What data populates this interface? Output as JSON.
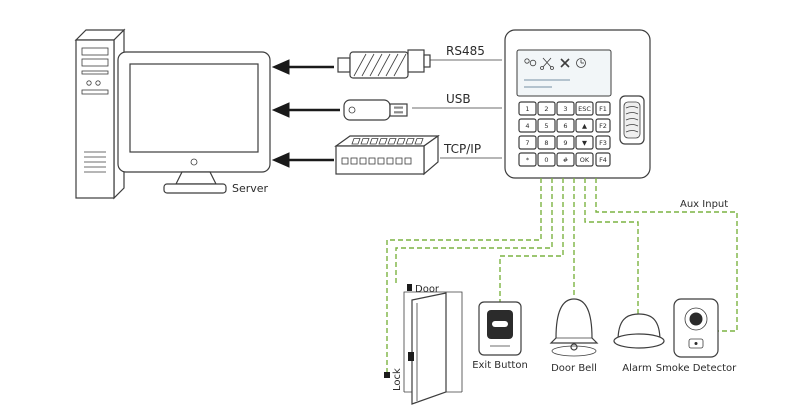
{
  "labels": {
    "server": "Server",
    "rs485": "RS485",
    "usb": "USB",
    "tcpip": "TCP/IP",
    "aux_input": "Aux Input",
    "door": "Door",
    "lock": "Lock",
    "exit_button": "Exit Button",
    "door_bell": "Door Bell",
    "alarm": "Alarm",
    "smoke_detector": "Smoke Detector"
  },
  "panel": {
    "keys": [
      "1",
      "2",
      "3",
      "ESC",
      "F1",
      "4",
      "5",
      "6",
      "▲",
      "F2",
      "7",
      "8",
      "9",
      "▼",
      "F3",
      "*",
      "0",
      "#",
      "OK",
      "F4"
    ],
    "display_icons": [
      "users-icon",
      "scissors-icon",
      "close-icon",
      "clock-icon"
    ]
  },
  "colors": {
    "wire_green": "#7CB342",
    "outline": "#3d3d3d",
    "text": "#2b2b2b"
  }
}
